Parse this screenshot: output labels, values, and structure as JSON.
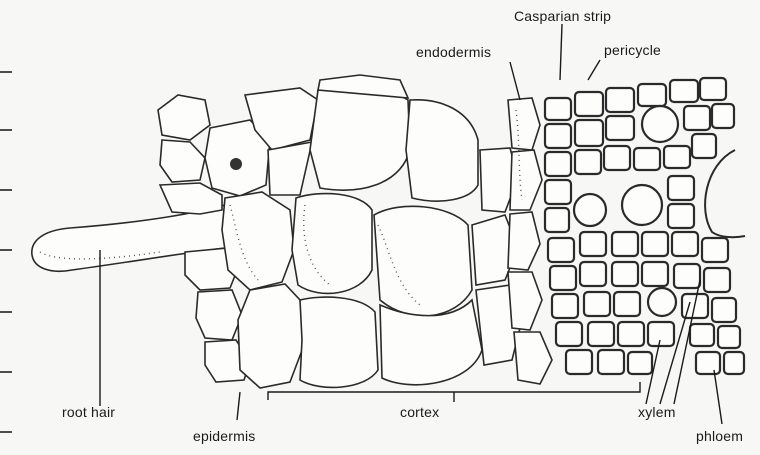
{
  "labels": {
    "casparian_strip": "Casparian strip",
    "endodermis": "endodermis",
    "pericycle": "pericycle",
    "root_hair": "root hair",
    "epidermis": "epidermis",
    "cortex": "cortex",
    "xylem": "xylem",
    "phloem": "phloem"
  }
}
